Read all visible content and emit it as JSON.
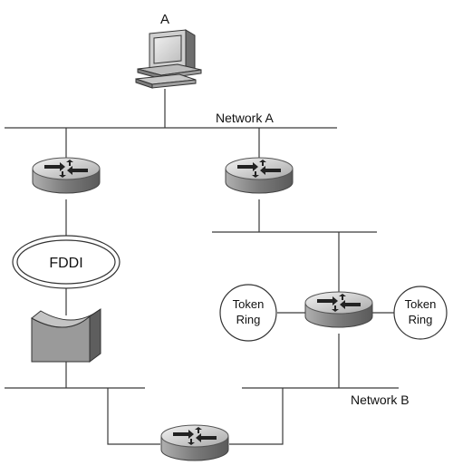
{
  "labels": {
    "host": "A",
    "network_a": "Network A",
    "network_b": "Network B",
    "fddi": "FDDI",
    "token_ring_left": [
      "Token",
      "Ring"
    ],
    "token_ring_right": [
      "Token",
      "Ring"
    ]
  },
  "colors": {
    "line": "#3a3a3a",
    "router_top": "#dadada",
    "router_side": "#8c8c8c",
    "switch_front": "#9a9a9a",
    "switch_side": "#5e5e5e"
  },
  "icons": {
    "host": "workstation-icon",
    "router": "router-icon",
    "switch": "switch-icon",
    "fddi": "fddi-ring-icon",
    "token_ring": "token-ring-icon"
  }
}
